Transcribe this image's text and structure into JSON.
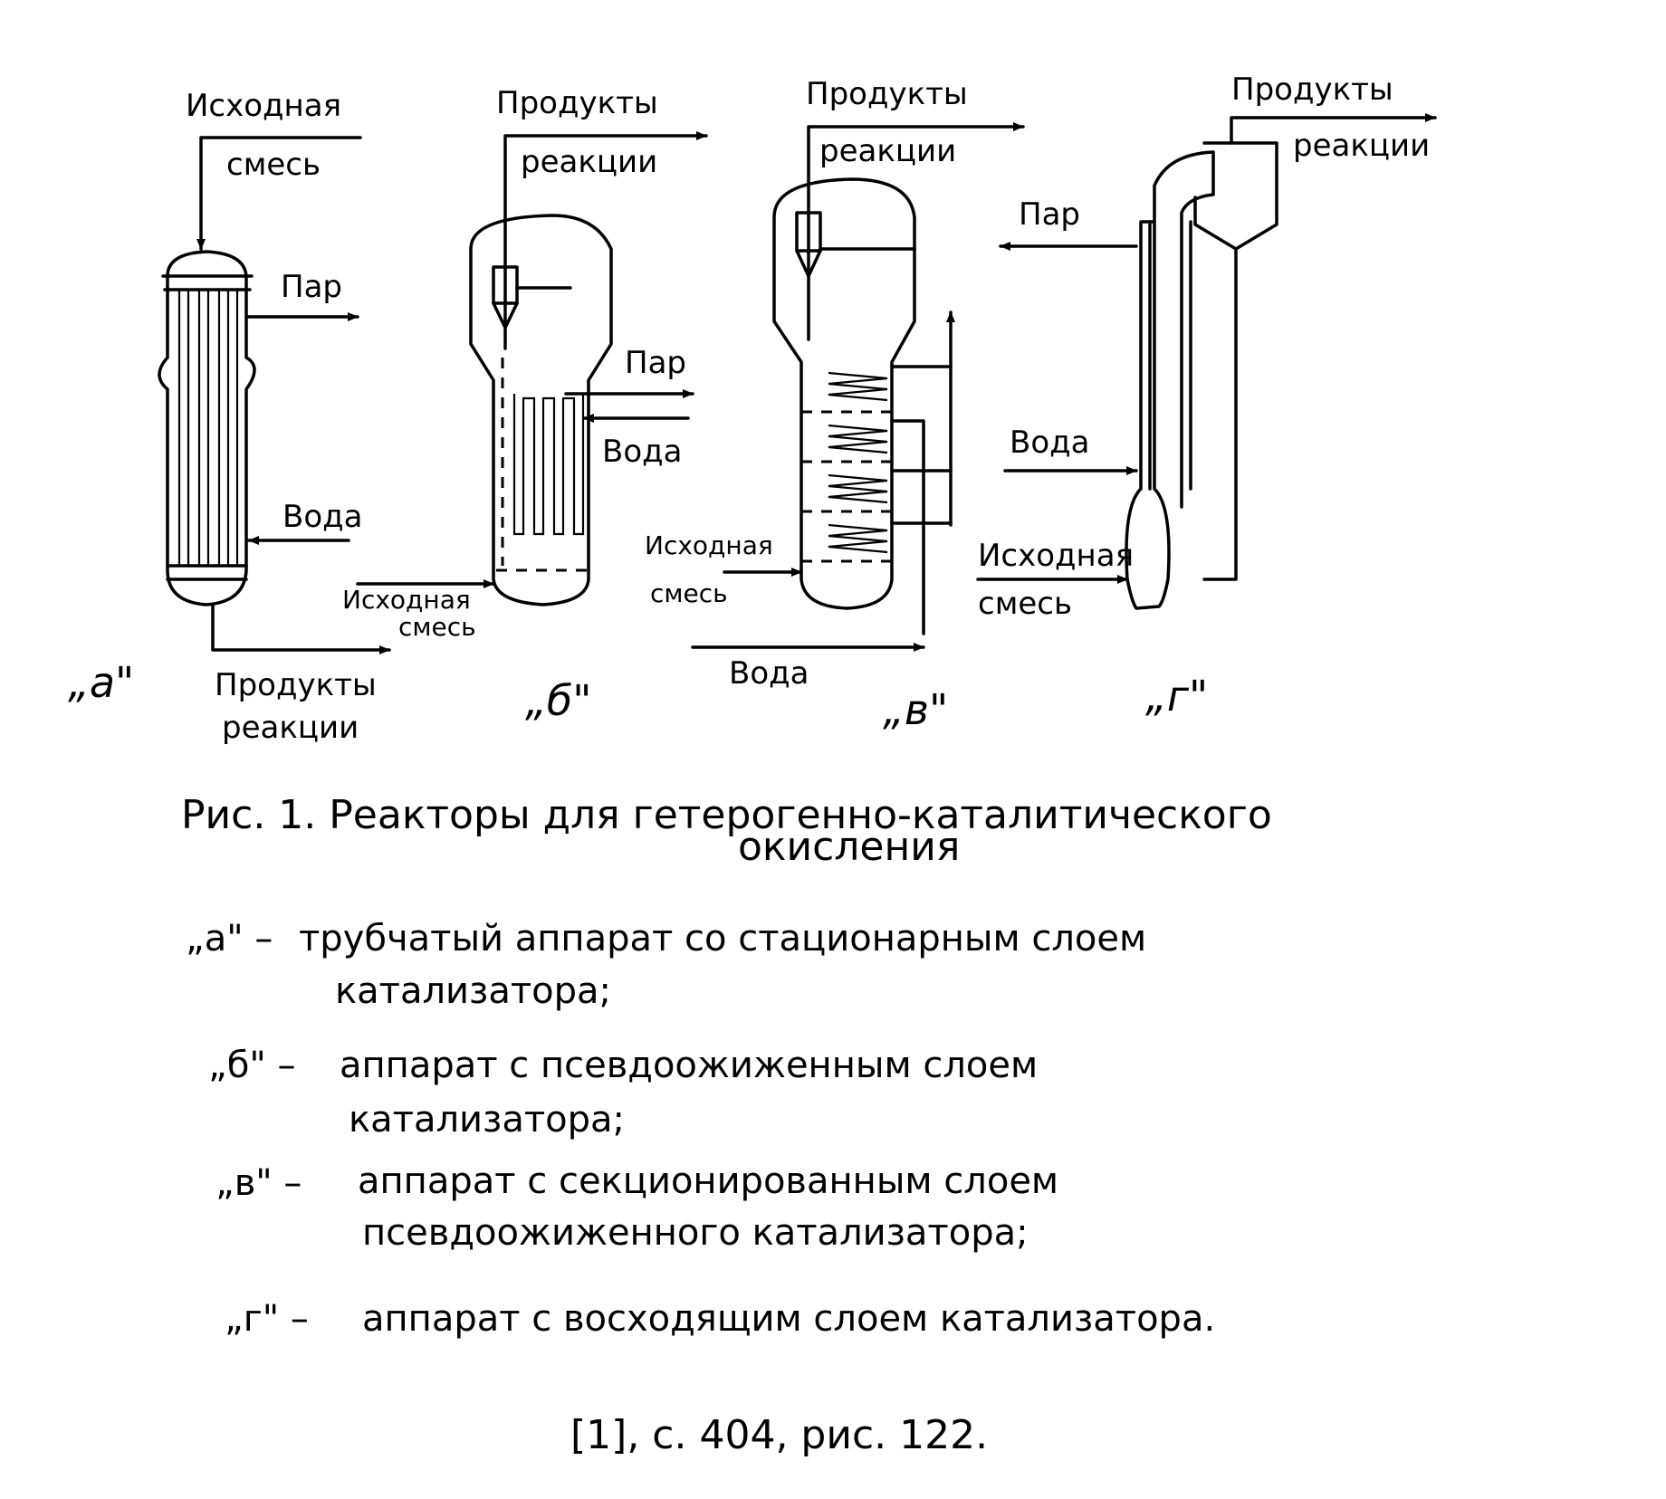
{
  "reactor_a": {
    "feed_label_1": "Исходная",
    "feed_label_2": "смесь",
    "steam_label": "Пар",
    "water_label": "Вода",
    "products_label_1": "Продукты",
    "products_label_2": "реакции",
    "tag": "„а\""
  },
  "reactor_b": {
    "products_label_1": "Продукты",
    "products_label_2": "реакции",
    "steam_label": "Пар",
    "water_label": "Вода",
    "feed_label_1": "Исходная",
    "feed_label_2": "смесь",
    "tag": "„б\""
  },
  "reactor_v": {
    "products_label_1": "Продукты",
    "products_label_2": "реакции",
    "feed_label_1": "Исходная",
    "feed_label_2": "смесь",
    "water_label": "Вода",
    "tag": "„в\""
  },
  "reactor_g": {
    "products_label_1": "Продукты",
    "products_label_2": "реакции",
    "steam_label": "Пар",
    "water_label": "Вода",
    "feed_label_1": "Исходная",
    "feed_label_2": "смесь",
    "tag": "„г\""
  },
  "caption": {
    "line1": "Рис. 1.   Реакторы для гетерогенно-каталитического",
    "line2": "окисления"
  },
  "legend": [
    {
      "key": "„а\" –",
      "line1": "трубчатый аппарат со стационарным слоем",
      "line2": "катализатора;"
    },
    {
      "key": "„б\" –",
      "line1": "аппарат с псевдоожиженным слоем",
      "line2": "катализатора;"
    },
    {
      "key": "„в\" –",
      "line1": "аппарат с секционированным слоем",
      "line2": "псевдоожиженного катализатора;"
    },
    {
      "key": "„г\" –",
      "line1": "аппарат с восходящим слоем катализатора.",
      "line2": ""
    }
  ],
  "reference": "[1], с. 404, рис. 122."
}
